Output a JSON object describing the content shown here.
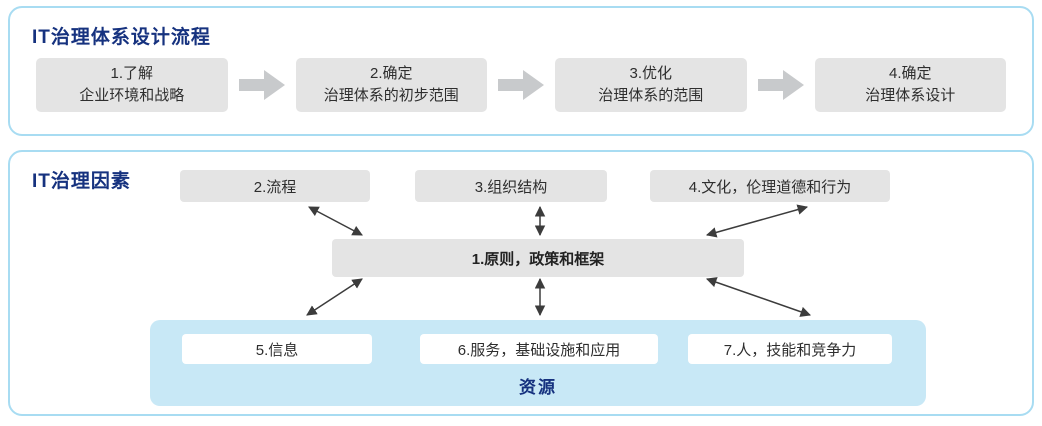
{
  "process": {
    "title": "IT治理体系设计流程",
    "steps": [
      {
        "line1": "1.了解",
        "line2": "企业环境和战略"
      },
      {
        "line1": "2.确定",
        "line2": "治理体系的初步范围"
      },
      {
        "line1": "3.优化",
        "line2": "治理体系的范围"
      },
      {
        "line1": "4.确定",
        "line2": "治理体系设计"
      }
    ]
  },
  "factors": {
    "title": "IT治理因素",
    "top": [
      "2.流程",
      "3.组织结构",
      "4.文化，伦理道德和行为"
    ],
    "center": "1.原则，政策和框架",
    "resources": {
      "items": [
        "5.信息",
        "6.服务，基础设施和应用",
        "7.人，技能和竞争力"
      ],
      "label": "资源"
    }
  },
  "colors": {
    "panel_border": "#a8dcf2",
    "title_blue": "#16327f",
    "box_gray": "#e4e4e4",
    "block_arrow_gray": "#c8cacc",
    "connector_dark": "#3c3c3c",
    "resources_bg": "#c8e8f6"
  }
}
